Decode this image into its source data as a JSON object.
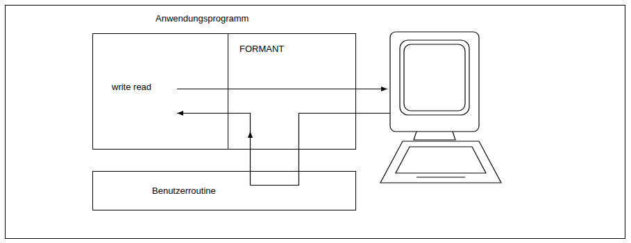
{
  "diagram": {
    "nodes": [
      {
        "text": [
          "Anwendungsprogramm",
          "write read"
        ]
      },
      {
        "text": [
          "FORMANT"
        ],
        "in": 0
      },
      {
        "text": [
          "Benutzerroutine"
        ]
      }
    ],
    "edges": [
      {
        "from": 2,
        "to": 1,
        "arrow": "to"
      }
    ]
  }
}
